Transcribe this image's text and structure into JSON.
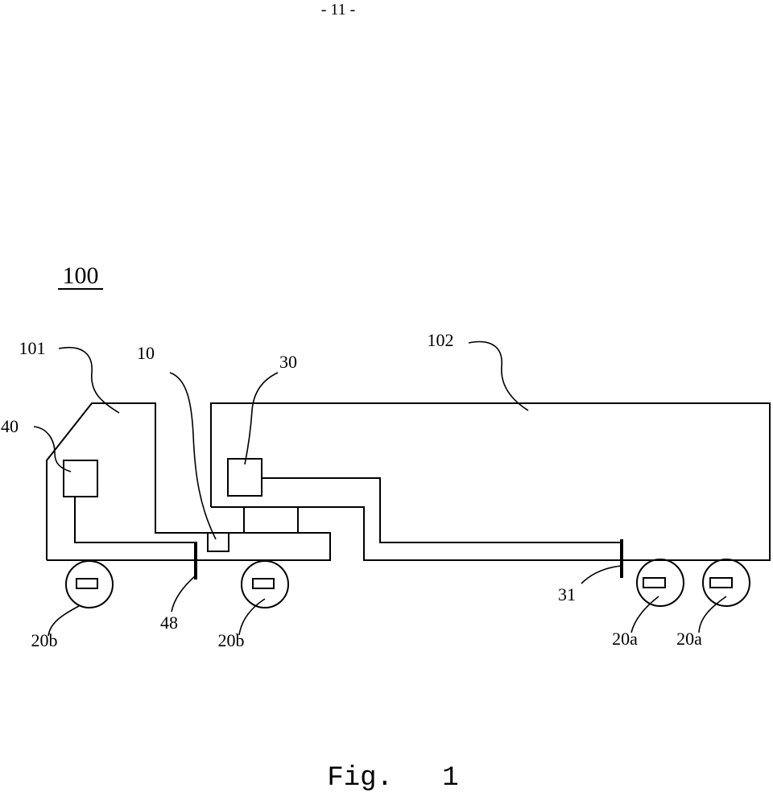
{
  "page_number": "- 11 -",
  "figure_title": "100",
  "caption": "Fig.   1",
  "labels": {
    "tractor": "101",
    "trailer": "102",
    "unit_10": "10",
    "unit_30": "30",
    "unit_40": "40",
    "connector_31": "31",
    "connector_48": "48",
    "wheel_20b_left": "20b",
    "wheel_20b_right": "20b",
    "wheel_20a_left": "20a",
    "wheel_20a_right": "20a"
  }
}
